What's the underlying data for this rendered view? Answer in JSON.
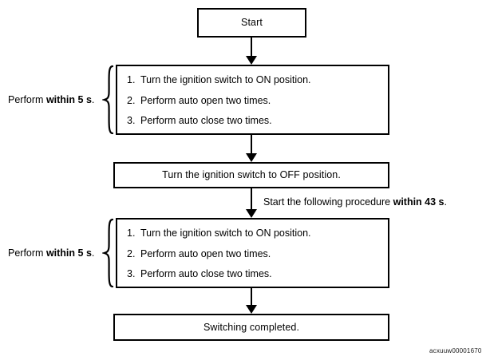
{
  "diagram": {
    "type": "flowchart",
    "title_node": {
      "label": "Start"
    },
    "nodes": [
      {
        "id": "start",
        "kind": "terminal",
        "label": "Start"
      },
      {
        "id": "procedure-1",
        "kind": "process-list",
        "steps": [
          {
            "number": "1.",
            "text": "Turn the ignition switch to ON position."
          },
          {
            "number": "2.",
            "text": "Perform auto open two times."
          },
          {
            "number": "3.",
            "text": "Perform auto close two times."
          }
        ]
      },
      {
        "id": "ignition-off",
        "kind": "process",
        "label": "Turn the ignition switch to OFF position."
      },
      {
        "id": "procedure-2",
        "kind": "process-list",
        "steps": [
          {
            "number": "1.",
            "text": "Turn the ignition switch to ON position."
          },
          {
            "number": "2.",
            "text": "Perform auto open two times."
          },
          {
            "number": "3.",
            "text": "Perform auto close two times."
          }
        ]
      },
      {
        "id": "completed",
        "kind": "terminal",
        "label": "Switching completed."
      }
    ],
    "side_labels": [
      {
        "id": "perform-within-5s-1",
        "prefix": "Perform ",
        "emphasis": "within 5 s",
        "suffix": "."
      },
      {
        "id": "perform-within-5s-2",
        "prefix": "Perform ",
        "emphasis": "within 5 s",
        "suffix": "."
      }
    ],
    "annotations": [
      {
        "id": "within-43s",
        "prefix": "Start the following procedure ",
        "emphasis": "within 43 s",
        "suffix": "."
      }
    ],
    "figure_code": "acxuuw00001670",
    "colors": {
      "stroke": "#000000",
      "background": "#ffffff",
      "text": "#000000"
    }
  }
}
